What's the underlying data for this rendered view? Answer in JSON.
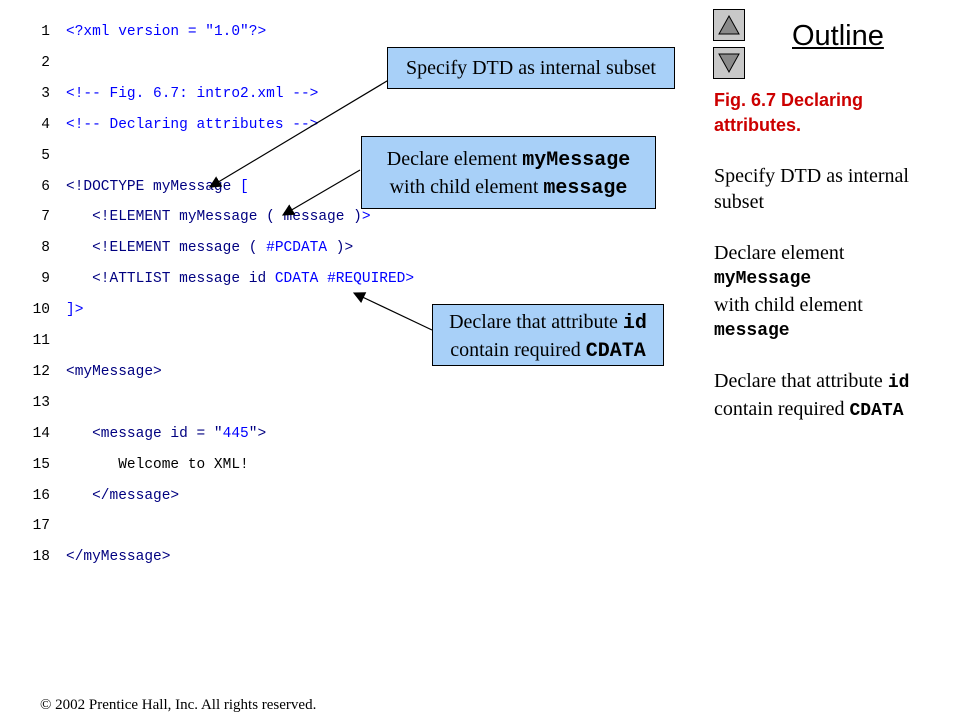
{
  "code": {
    "lines": [
      {
        "num": "1",
        "parts": [
          {
            "t": "<?xml version = \"",
            "c": "blue"
          },
          {
            "t": "1.0",
            "c": "blue"
          },
          {
            "t": "\"?>",
            "c": "blue"
          }
        ]
      },
      {
        "num": "2",
        "parts": []
      },
      {
        "num": "3",
        "parts": [
          {
            "t": "<!-- Fig. 6.7: intro2.xml -->",
            "c": "blue"
          }
        ]
      },
      {
        "num": "4",
        "parts": [
          {
            "t": "<!-- Declaring attributes -->",
            "c": "blue"
          }
        ]
      },
      {
        "num": "5",
        "parts": []
      },
      {
        "num": "6",
        "parts": [
          {
            "t": "<!DOCTYPE ",
            "c": "dkblue"
          },
          {
            "t": "myMessage ",
            "c": "dkblue"
          },
          {
            "t": "[",
            "c": "blue"
          }
        ]
      },
      {
        "num": "7",
        "parts": [
          {
            "t": "   ",
            "c": "black"
          },
          {
            "t": "<!ELEMENT ",
            "c": "dkblue"
          },
          {
            "t": "myMessage ( message )",
            "c": "dkblue"
          },
          {
            "t": ">",
            "c": "blue"
          }
        ]
      },
      {
        "num": "8",
        "parts": [
          {
            "t": "   ",
            "c": "black"
          },
          {
            "t": "<!ELEMENT ",
            "c": "dkblue"
          },
          {
            "t": "message ( ",
            "c": "dkblue"
          },
          {
            "t": "#PCDATA",
            "c": "blue"
          },
          {
            "t": " )>",
            "c": "dkblue"
          }
        ]
      },
      {
        "num": "9",
        "parts": [
          {
            "t": "   ",
            "c": "black"
          },
          {
            "t": "<!ATTLIST ",
            "c": "dkblue"
          },
          {
            "t": "message id ",
            "c": "dkblue"
          },
          {
            "t": "CDATA ",
            "c": "blue"
          },
          {
            "t": "#REQUIRED",
            "c": "blue"
          },
          {
            "t": ">",
            "c": "blue"
          }
        ]
      },
      {
        "num": "10",
        "parts": [
          {
            "t": "]>",
            "c": "blue"
          }
        ]
      },
      {
        "num": "11",
        "parts": []
      },
      {
        "num": "12",
        "parts": [
          {
            "t": "<myMessage>",
            "c": "dkblue"
          }
        ]
      },
      {
        "num": "13",
        "parts": []
      },
      {
        "num": "14",
        "parts": [
          {
            "t": "   ",
            "c": "black"
          },
          {
            "t": "<message id = \"",
            "c": "dkblue"
          },
          {
            "t": "445",
            "c": "blue"
          },
          {
            "t": "\">",
            "c": "dkblue"
          }
        ]
      },
      {
        "num": "15",
        "parts": [
          {
            "t": "      Welcome to XML!",
            "c": "black"
          }
        ]
      },
      {
        "num": "16",
        "parts": [
          {
            "t": "   ",
            "c": "black"
          },
          {
            "t": "</message>",
            "c": "dkblue"
          }
        ]
      },
      {
        "num": "17",
        "parts": []
      },
      {
        "num": "18",
        "parts": [
          {
            "t": "</myMessage>",
            "c": "dkblue"
          }
        ]
      }
    ]
  },
  "callouts": {
    "dtd": {
      "text": "Specify DTD as internal subset"
    },
    "element": {
      "pre1": "Declare element ",
      "mono1": "myMessage",
      "pre2": "with child element ",
      "mono2": "message"
    },
    "attr": {
      "pre1": "Declare that attribute ",
      "mono1": "id",
      "pre2": "contain required ",
      "mono2": "CDATA"
    }
  },
  "outline": {
    "title": "Outline",
    "up_icon": "triangle-up-icon",
    "down_icon": "triangle-down-icon"
  },
  "sidebar": {
    "fig_title": "Fig. 6.7    Declaring attributes.",
    "note1": "Specify DTD as internal subset",
    "note2_pre": "Declare element ",
    "note2_mono1": "myMessage",
    "note2_mid": "with child element ",
    "note2_mono2": "message",
    "note3_pre": "Declare that attribute ",
    "note3_mono1": "id",
    "note3_mid": "contain required ",
    "note3_mono2": "CDATA"
  },
  "footer": {
    "copyright": "© 2002 Prentice Hall, Inc.  All rights reserved."
  }
}
